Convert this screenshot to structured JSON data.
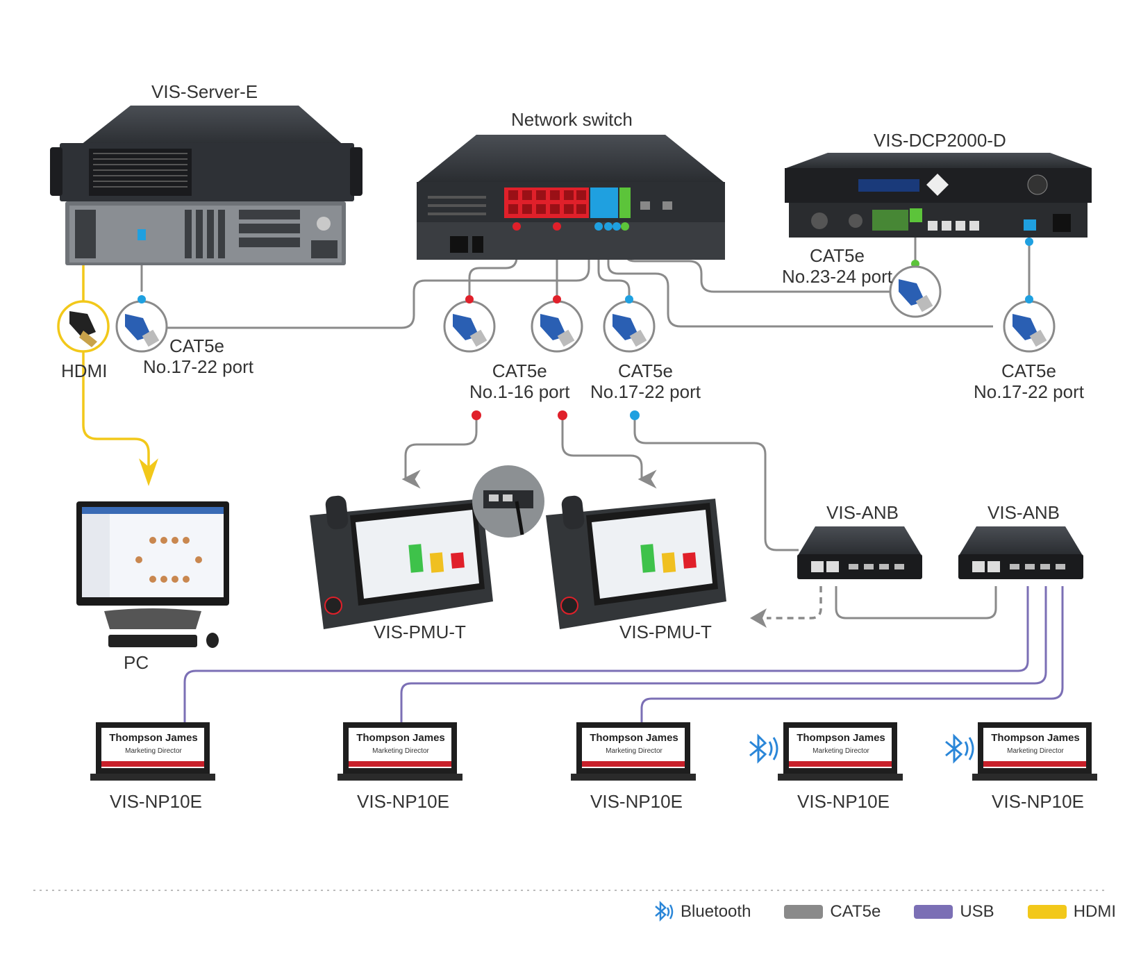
{
  "devices": {
    "server": "VIS-Server-E",
    "switch": "Network switch",
    "dcp": "VIS-DCP2000-D",
    "pc": "PC",
    "pmu_1": "VIS-PMU-T",
    "pmu_2": "VIS-PMU-T",
    "anb_1": "VIS-ANB",
    "anb_2": "VIS-ANB",
    "np_1": "VIS-NP10E",
    "np_2": "VIS-NP10E",
    "np_3": "VIS-NP10E",
    "np_4": "VIS-NP10E",
    "np_5": "VIS-NP10E"
  },
  "cable_labels": {
    "hdmi": "HDMI",
    "server_cat": "CAT5e",
    "server_port": "No.17-22 port",
    "sw_a_cat": "CAT5e",
    "sw_a_port": "No.1-16 port",
    "sw_b_cat": "CAT5e",
    "sw_b_port": "No.17-22 port",
    "dcp_top_cat": "CAT5e",
    "dcp_top_port": "No.23-24 port",
    "dcp_right_cat": "CAT5e",
    "dcp_right_port": "No.17-22 port"
  },
  "nameplate": {
    "name": "Thompson James",
    "title": "Marketing Director"
  },
  "legend": {
    "bluetooth": "Bluetooth",
    "cat5e": "CAT5e",
    "usb": "USB",
    "hdmi": "HDMI"
  },
  "colors": {
    "cat5e": "#8a8a8a",
    "usb": "#7b6fb5",
    "hdmi": "#f2c81a",
    "port_red": "#e0202a",
    "port_blue": "#1fa0e0",
    "port_green": "#5cc43a",
    "bluetooth": "#2a86d8"
  }
}
